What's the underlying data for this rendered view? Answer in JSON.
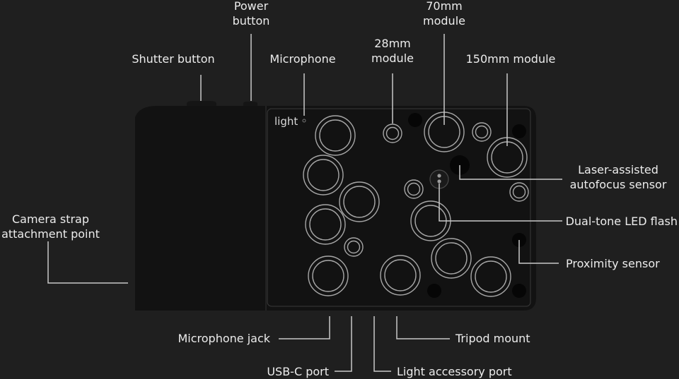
{
  "brand": "light",
  "colors": {
    "background": "#1f1f1f",
    "body": "#121212",
    "ring": "#a7a7a7",
    "leader": "#c9c9c9",
    "text": "#ececec"
  },
  "labels": {
    "power_button": [
      "Power",
      "button"
    ],
    "shutter_button": "Shutter button",
    "microphone": "Microphone",
    "module_28mm": [
      "28mm",
      "module"
    ],
    "module_70mm": [
      "70mm",
      "module"
    ],
    "module_150mm": "150mm module",
    "laser_af": [
      "Laser-assisted",
      "autofocus sensor"
    ],
    "led_flash": "Dual-tone LED flash",
    "proximity": "Proximity sensor",
    "strap": [
      "Camera strap",
      "attachment point"
    ],
    "mic_jack": "Microphone jack",
    "usbc": "USB-C port",
    "tripod": "Tripod mount",
    "accessory": "Light accessory port"
  }
}
